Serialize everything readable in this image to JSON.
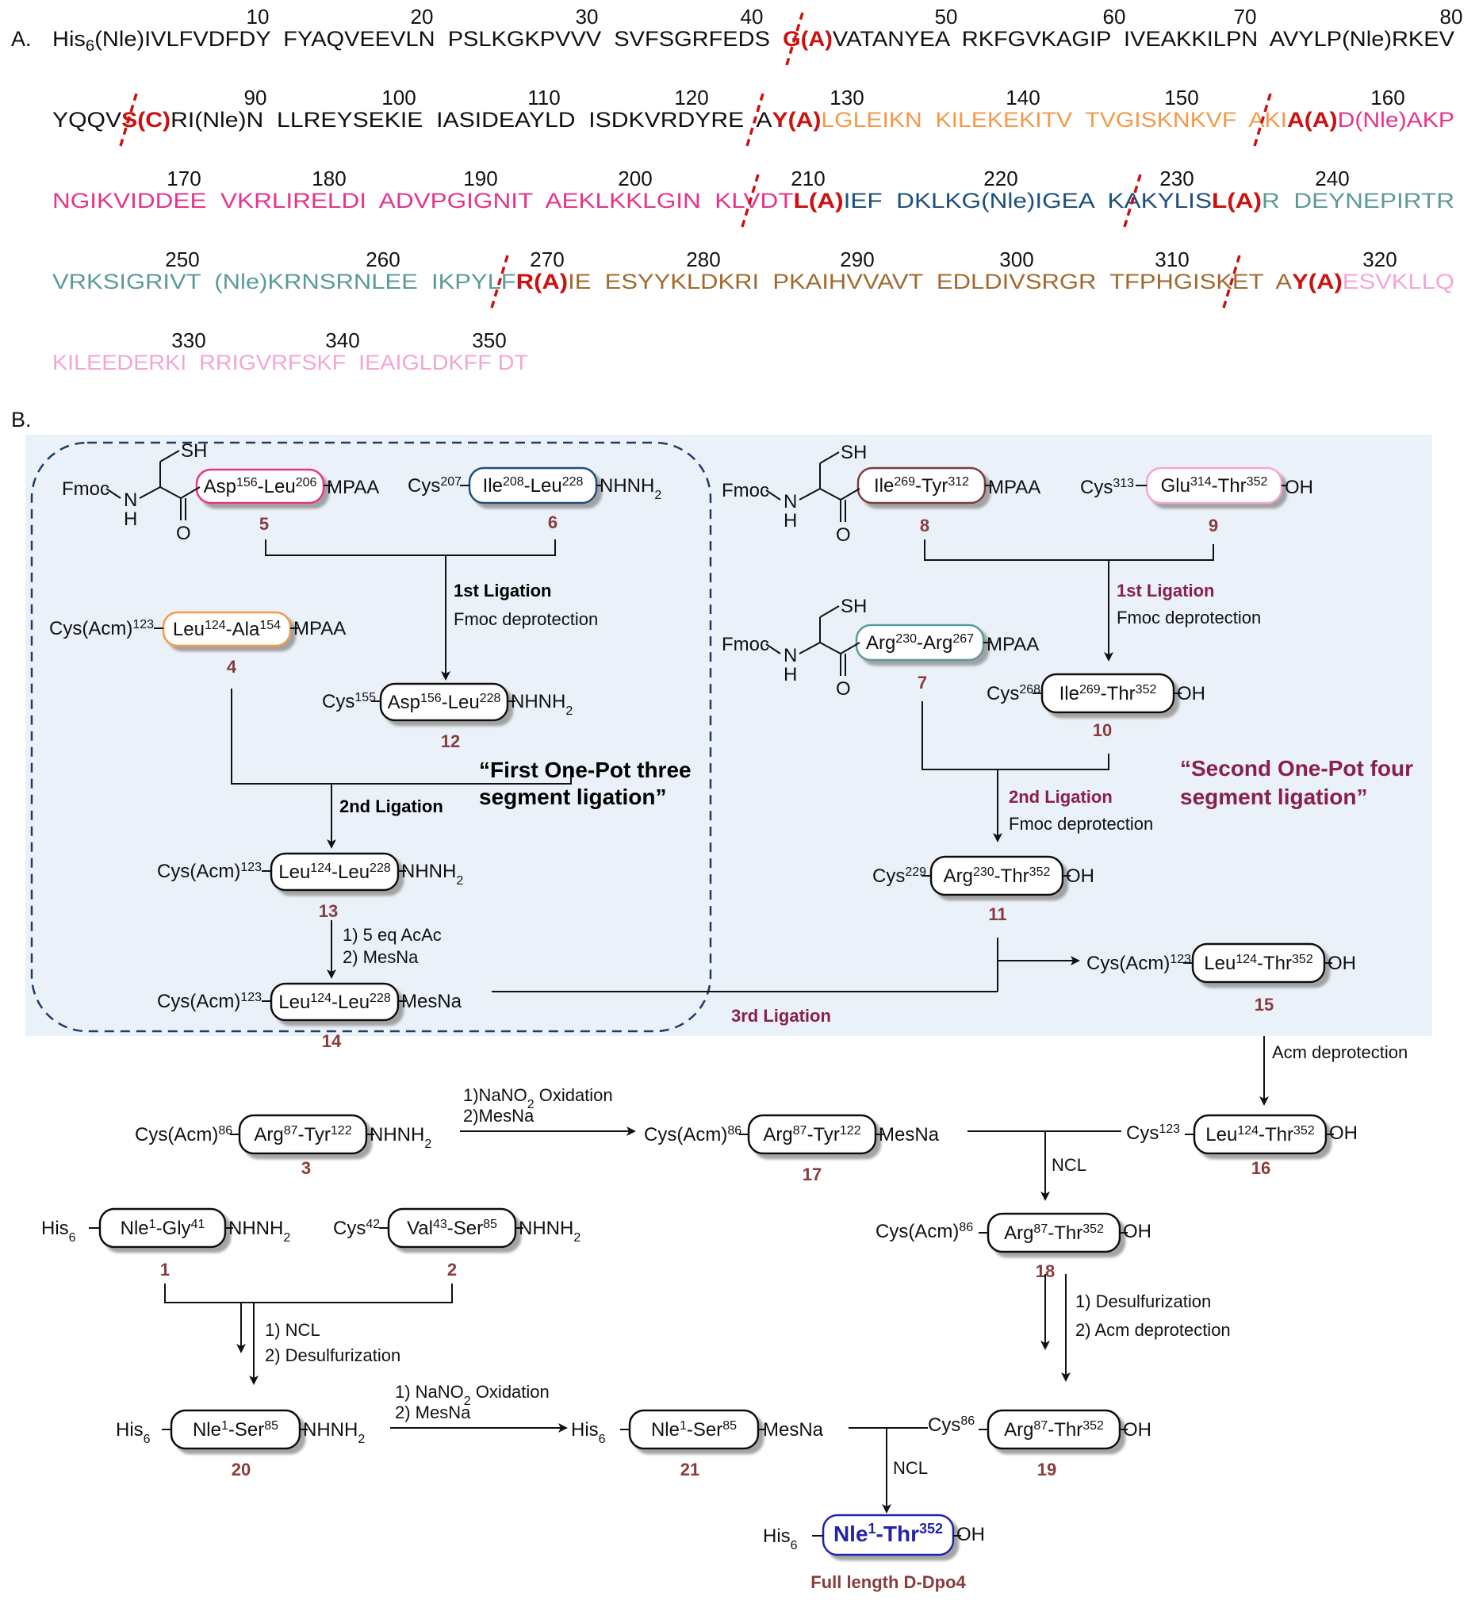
{
  "colors": {
    "red": "#cc1111",
    "orange": "#f39a4a",
    "magenta": "#e5348c",
    "navy": "#1e4f7c",
    "teal": "#5c9a9a",
    "brown": "#a06a2e",
    "pink": "#f3a6d6",
    "wine": "#8a1f4d",
    "blue": "#2424a8",
    "box_bg": "#eaf1f8"
  },
  "panel_labels": {
    "a": "A.",
    "b": "B."
  },
  "sequence": {
    "row1": {
      "numbers": [
        "10",
        "20",
        "30",
        "40",
        "50",
        "60",
        "70",
        "80"
      ],
      "segments": [
        {
          "text": "His",
          "color": "#111111"
        },
        {
          "text": "6",
          "color": "#111111",
          "sub": true
        },
        {
          "text": "(Nle)IVLFVDFDY  FYAQVEEVLN  PSLKGKPVVV  SVFSGRFEDS  ",
          "color": "#111111"
        },
        {
          "text": "G",
          "color": "#cc1111",
          "bold": true
        },
        {
          "text": "(A)",
          "color": "#cc1111",
          "bold": true
        },
        {
          "text": "VATANYEA  RKFGVKAGIP  IVEAKKILPN  AVYLP(Nle)RKEV",
          "color": "#111111"
        }
      ]
    },
    "row2": {
      "numbers": [
        "90",
        "100",
        "110",
        "120",
        "130",
        "140",
        "150",
        "160"
      ],
      "segments": [
        {
          "text": "YQQV",
          "color": "#111111"
        },
        {
          "text": "S",
          "color": "#cc1111",
          "bold": true
        },
        {
          "text": "(C)",
          "color": "#cc1111",
          "bold": true
        },
        {
          "text": "RI(Nle)N  LLREYSEKIE  IASIDEAYLD  ISDKVRDYRE  A",
          "color": "#111111"
        },
        {
          "text": "Y",
          "color": "#cc1111",
          "bold": true
        },
        {
          "text": "(A)",
          "color": "#cc1111",
          "bold": true
        },
        {
          "text": "LGLEIKN  KILEKEKITV  TVGISKNKVF  AKI",
          "color": "#f39a4a"
        },
        {
          "text": "A",
          "color": "#cc1111",
          "bold": true
        },
        {
          "text": "(A)",
          "color": "#cc1111",
          "bold": true
        },
        {
          "text": "D(Nle)AKP",
          "color": "#e5348c"
        }
      ]
    },
    "row3": {
      "numbers": [
        "170",
        "180",
        "190",
        "200",
        "210",
        "220",
        "230",
        "240"
      ],
      "segments": [
        {
          "text": "NGIKVIDDEE  VKRLIRELDI  ADVPGIGNIT  AEKLKKLGIN  KLVDT",
          "color": "#e5348c"
        },
        {
          "text": "L",
          "color": "#cc1111",
          "bold": true
        },
        {
          "text": "(A)",
          "color": "#cc1111",
          "bold": true
        },
        {
          "text": "IEF  DKLKG(Nle)IGEA  KAKYLIS",
          "color": "#1e4f7c"
        },
        {
          "text": "L",
          "color": "#cc1111",
          "bold": true
        },
        {
          "text": "(A)",
          "color": "#cc1111",
          "bold": true
        },
        {
          "text": "R  DEYNEPIRTR",
          "color": "#5c9a9a"
        }
      ]
    },
    "row4": {
      "numbers": [
        "250",
        "260",
        "270",
        "280",
        "290",
        "300",
        "310",
        "320"
      ],
      "segments": [
        {
          "text": "VRKSIGRIVT  (Nle)KRNSRNLEE  IKPYLF",
          "color": "#5c9a9a"
        },
        {
          "text": "R",
          "color": "#cc1111",
          "bold": true
        },
        {
          "text": "(A)",
          "color": "#cc1111",
          "bold": true
        },
        {
          "text": "IE  ESYYKLDKRI  PKAIHVVAVT  EDLDIVSRGR  TFPHGISKET  A",
          "color": "#a06a2e"
        },
        {
          "text": "Y",
          "color": "#cc1111",
          "bold": true
        },
        {
          "text": "(A)",
          "color": "#cc1111",
          "bold": true
        },
        {
          "text": "ESVKLLQ",
          "color": "#f3a6d6"
        }
      ]
    },
    "row5": {
      "numbers": [
        "330",
        "340",
        "350"
      ],
      "segments": [
        {
          "text": "KILEEDERKI  RRIGVRFSKF  IEAIGLDKFF DT",
          "color": "#f3a6d6"
        }
      ]
    }
  },
  "scheme": {
    "fmoc": "Fmoc",
    "nh": "N",
    "h": "H",
    "o": "O",
    "sh": "SH",
    "mpaa": "MPAA",
    "nhnh2": "NHNH",
    "two": "2",
    "oh": "OH",
    "mesna": "MesNa",
    "cys": "Cys",
    "cys_acm": "Cys(Acm)",
    "his": "His",
    "six": "6",
    "c5_a": "Asp",
    "c5_a_sup": "156",
    "c5_b": "-Leu",
    "c5_b_sup": "206",
    "c5_num": "5",
    "c6_pre_sup": "207",
    "c6_a": "Ile",
    "c6_a_sup": "208",
    "c6_b": "-Leu",
    "c6_b_sup": "228",
    "c6_num": "6",
    "c4_pre_sup": "123",
    "c4_a": "Leu",
    "c4_a_sup": "124",
    "c4_b": "-Ala",
    "c4_b_sup": "154",
    "c4_num": "4",
    "c12_pre_sup": "155",
    "c12_a": "Asp",
    "c12_a_sup": "156",
    "c12_b": "-Leu",
    "c12_b_sup": "228",
    "c12_num": "12",
    "c13_pre_sup": "123",
    "c13_a": "Leu",
    "c13_a_sup": "124",
    "c13_b": "-Leu",
    "c13_b_sup": "228",
    "c13_num": "13",
    "c14_pre_sup": "123",
    "c14_a": "Leu",
    "c14_a_sup": "124",
    "c14_b": "-Leu",
    "c14_b_sup": "228",
    "c14_num": "14",
    "c8_a": "Ile",
    "c8_a_sup": "269",
    "c8_b": "-Tyr",
    "c8_b_sup": "312",
    "c8_num": "8",
    "c9_pre_sup": "313",
    "c9_a": "Glu",
    "c9_a_sup": "314",
    "c9_b": "-Thr",
    "c9_b_sup": "352",
    "c9_num": "9",
    "c7_a": "Arg",
    "c7_a_sup": "230",
    "c7_b": "-Arg",
    "c7_b_sup": "267",
    "c7_num": "7",
    "c10_pre_sup": "268",
    "c10_a": "Ile",
    "c10_a_sup": "269",
    "c10_b": "-Thr",
    "c10_b_sup": "352",
    "c10_num": "10",
    "c11_pre_sup": "229",
    "c11_a": "Arg",
    "c11_a_sup": "230",
    "c11_b": "-Thr",
    "c11_b_sup": "352",
    "c11_num": "11",
    "c15_pre_sup": "123",
    "c15_a": "Leu",
    "c15_a_sup": "124",
    "c15_b": "-Thr",
    "c15_b_sup": "352",
    "c15_num": "15",
    "c16_pre_sup": "123",
    "c16_a": "Leu",
    "c16_a_sup": "124",
    "c16_b": "-Thr",
    "c16_b_sup": "352",
    "c16_num": "16",
    "c3_pre_sup": "86",
    "c3_a": "Arg",
    "c3_a_sup": "87",
    "c3_b": "-Tyr",
    "c3_b_sup": "122",
    "c3_num": "3",
    "c17_pre_sup": "86",
    "c17_a": "Arg",
    "c17_a_sup": "87",
    "c17_b": "-Tyr",
    "c17_b_sup": "122",
    "c17_num": "17",
    "c18_pre_sup": "86",
    "c18_a": "Arg",
    "c18_a_sup": "87",
    "c18_b": "-Thr",
    "c18_b_sup": "352",
    "c18_num": "18",
    "c1_a": "Nle",
    "c1_a_sup": "1",
    "c1_b": "-Gly",
    "c1_b_sup": "41",
    "c1_num": "1",
    "c2_pre_sup": "42",
    "c2_a": "Val",
    "c2_a_sup": "43",
    "c2_b": "-Ser",
    "c2_b_sup": "85",
    "c2_num": "2",
    "c20_a": "Nle",
    "c20_a_sup": "1",
    "c20_b": "-Ser",
    "c20_b_sup": "85",
    "c20_num": "20",
    "c21_a": "Nle",
    "c21_a_sup": "1",
    "c21_b": "-Ser",
    "c21_b_sup": "85",
    "c21_num": "21",
    "c19_pre_sup": "86",
    "c19_a": "Arg",
    "c19_a_sup": "87",
    "c19_b": "-Thr",
    "c19_b_sup": "352",
    "c19_num": "19",
    "final_a": "Nle",
    "final_a_sup": "1",
    "final_b": "-Thr",
    "final_b_sup": "352",
    "final_label": "Full length D-Dpo4"
  },
  "conditions": {
    "lig1_left": "1st Ligation",
    "fmoc_dep": "Fmoc deprotection",
    "lig2_left": "2nd Ligation",
    "acac": "1) 5 eq AcAc",
    "mesna_step": "2) MesNa",
    "first_onepot_l1": "“First One-Pot three",
    "first_onepot_l2": "segment ligation”",
    "lig1_right": "1st Ligation",
    "lig2_right": "2nd Ligation",
    "second_onepot_l1": "“Second  One-Pot four",
    "second_onepot_l2": "segment ligation”",
    "lig3": "3rd Ligation",
    "acm_dep": "Acm deprotection",
    "nano2_a": "1)NaNO",
    "nano2_a_sub": "2",
    "nano2_a_end": " Oxidation",
    "mesna_a": "2)MesNa",
    "ncl": "NCL",
    "ncl_1": "1) NCL",
    "desulf": "2) Desulfurization",
    "desulf_1": "1) Desulfurization",
    "acm_dep_2": "2) Acm deprotection",
    "nano2_b": "1) NaNO",
    "nano2_b_sub": "2",
    "nano2_b_end": " Oxidation",
    "mesna_b": "2) MesNa",
    "ncl_final": "NCL"
  }
}
